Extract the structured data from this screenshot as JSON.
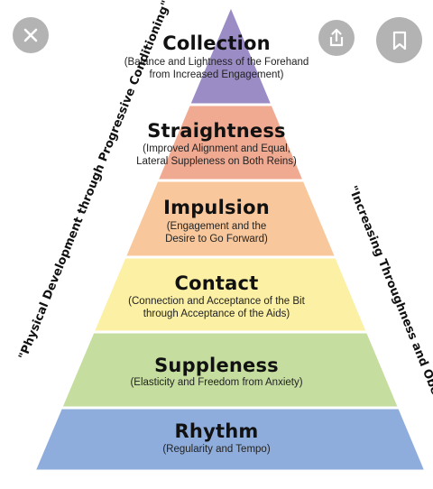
{
  "tiers": [
    {
      "title": "Collection",
      "subtitle": [
        "(Balance and Lightness of the Forehand",
        "from Increased Engagement)"
      ],
      "color": "#9b8cc6"
    },
    {
      "title": "Straightness",
      "subtitle": [
        "(Improved Alignment and Equal,",
        "Lateral Suppleness on Both Reins)"
      ],
      "color": "#f0aa92"
    },
    {
      "title": "Impulsion",
      "subtitle": [
        "(Engagement and the",
        "Desire to Go Forward)"
      ],
      "color": "#f8c89c"
    },
    {
      "title": "Contact",
      "subtitle": [
        "(Connection and Acceptance of the Bit",
        "through Acceptance of the Aids)"
      ],
      "color": "#fbf0a4"
    },
    {
      "title": "Suppleness",
      "subtitle": [
        "(Elasticity and Freedom from Anxiety)"
      ],
      "color": "#c5dea0"
    },
    {
      "title": "Rhythm",
      "subtitle": [
        "(Regularity and Tempo)"
      ],
      "color": "#8eaddc"
    }
  ],
  "side_left": "\"Physical Development through Progressive Conditioning\"",
  "side_right": "\"Increasing Throughness and Obedience\"",
  "ui": {
    "close_icon": "close-icon",
    "share_icon": "share-icon",
    "bookmark_icon": "bookmark-icon",
    "button_color": "#969696"
  }
}
